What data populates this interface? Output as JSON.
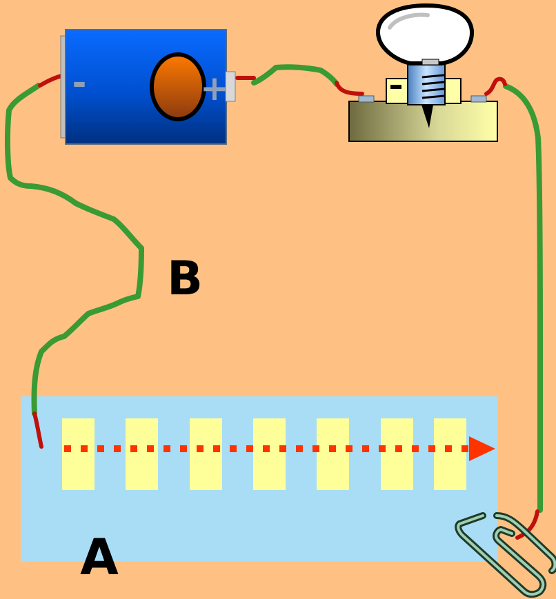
{
  "labels": {
    "a": "A",
    "b": "B"
  },
  "battery": {
    "negative_sign": "-",
    "positive_sign": "+"
  },
  "colors": {
    "background": "#FFC183",
    "wire": "#3A9A33",
    "wire_tip": "#C0100C",
    "battery_blue": "#0066FF",
    "battery_knob": "#FF6A00",
    "base_block": "#A8D8F0",
    "blocks": "#FFFF99",
    "arrow": "#FF3300",
    "bulb_base": "#E0D27A"
  },
  "icons": [
    "battery-icon",
    "light-bulb-icon",
    "paper-clip-icon"
  ],
  "block_count": 7
}
